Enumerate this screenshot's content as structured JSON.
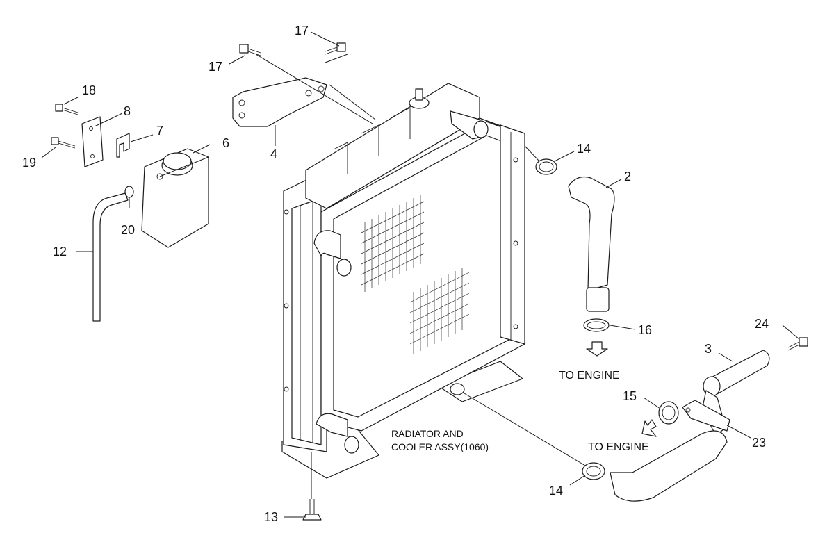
{
  "callouts": {
    "c2": "2",
    "c3": "3",
    "c4": "4",
    "c6": "6",
    "c7": "7",
    "c8": "8",
    "c12": "12",
    "c13": "13",
    "c14a": "14",
    "c14b": "14",
    "c15": "15",
    "c16": "16",
    "c17a": "17",
    "c17b": "17",
    "c18": "18",
    "c19": "19",
    "c20": "20",
    "c23": "23",
    "c24": "24"
  },
  "notes": {
    "to_engine_upper": "TO ENGINE",
    "to_engine_lower": "TO ENGINE",
    "assy_line1": "RADIATOR AND",
    "assy_line2": "COOLER ASSY(1060)"
  }
}
